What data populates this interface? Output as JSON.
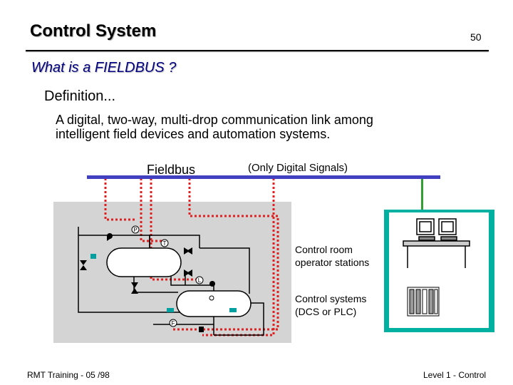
{
  "header": {
    "title": "Control System",
    "page_number": "50",
    "subtitle": "What is a FIELDBUS ?"
  },
  "definition": {
    "heading": "Definition...",
    "line1": "A digital, two-way, multi-drop communication link among",
    "line2": "intelligent field devices and  automation systems."
  },
  "diagram": {
    "bus_label": "Fieldbus",
    "bus_note": "(Only Digital Signals)",
    "control_room_line1": "Control room",
    "control_room_line2": "operator stations",
    "control_systems_line1": "Control systems",
    "control_systems_line2": "(DCS or PLC)",
    "instruments": [
      "P",
      "T",
      "L",
      "F"
    ],
    "colors": {
      "bus": "#4040c0",
      "signal": "#e02020",
      "plant": "#d4d4d4",
      "control_room": "#00b0a0",
      "uplink": "#30a030"
    }
  },
  "footer": {
    "left": "RMT Training  -  05 /98",
    "right": "Level 1 - Control"
  }
}
